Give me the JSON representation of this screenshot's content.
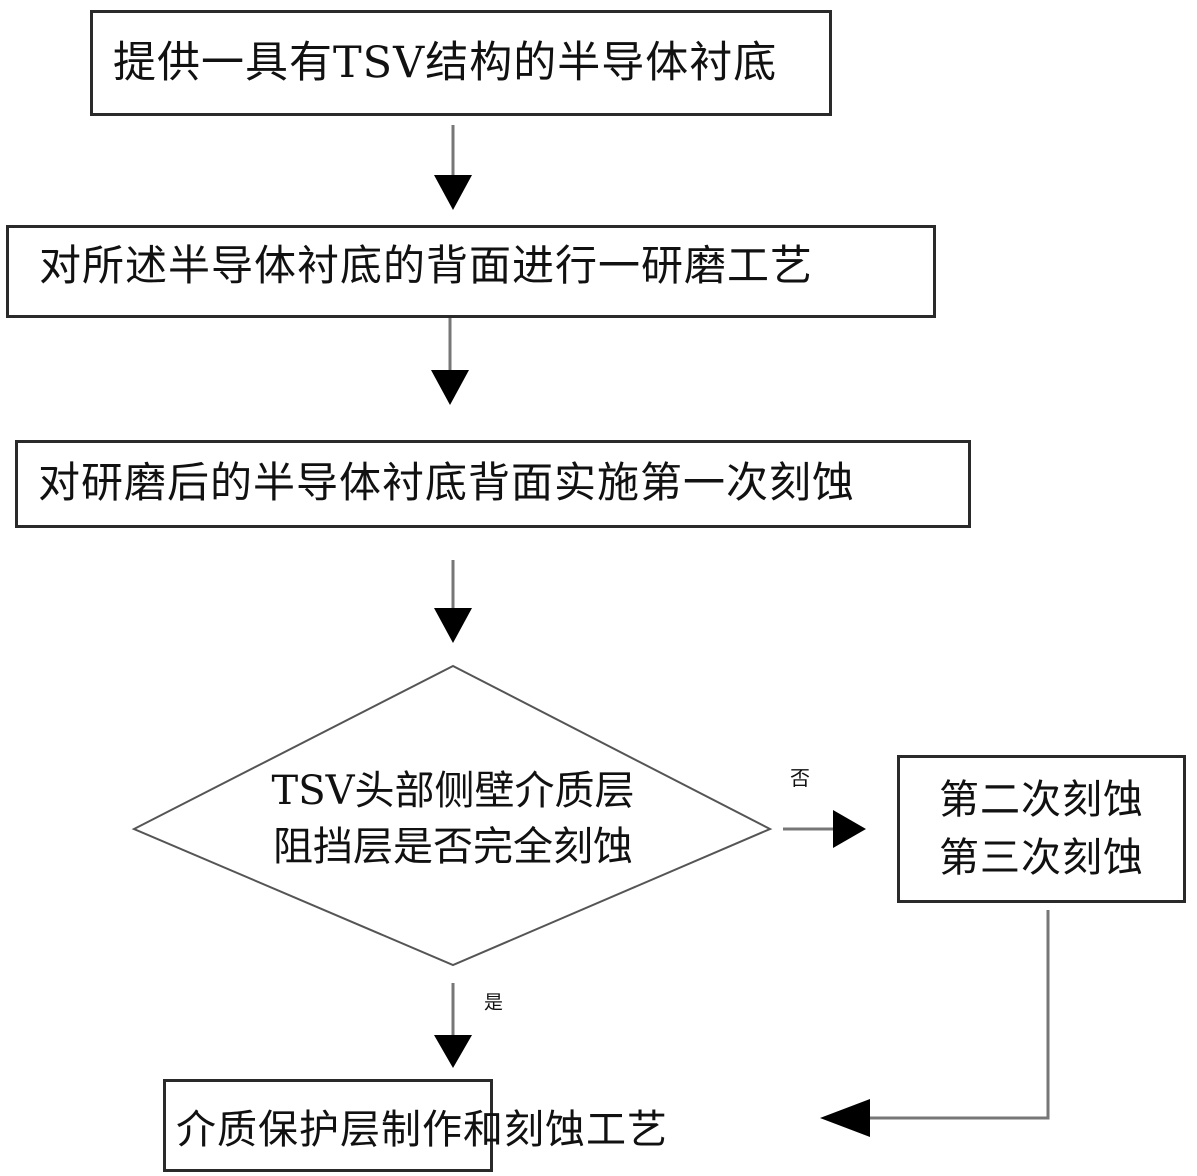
{
  "flowchart": {
    "steps": [
      {
        "id": "step1",
        "text": "提供一具有TSV结构的半导体衬底"
      },
      {
        "id": "step2",
        "text": "对所述半导体衬底的背面进行一研磨工艺"
      },
      {
        "id": "step3",
        "text": "对研磨后的半导体衬底背面实施第一次刻蚀"
      }
    ],
    "decision": {
      "lines": [
        "TSV头部侧壁介质层",
        "阻挡层是否完全刻蚀"
      ],
      "no_label": "否",
      "yes_label": "是"
    },
    "branch_no": {
      "lines": [
        "第二次刻蚀",
        "第三次刻蚀"
      ]
    },
    "final_step": {
      "text": "介质保护层制作和刻蚀工艺"
    }
  },
  "colors": {
    "stroke": "#2a2a2a",
    "arrow_fill": "#000000",
    "connector": "#777777",
    "background": "#ffffff"
  }
}
